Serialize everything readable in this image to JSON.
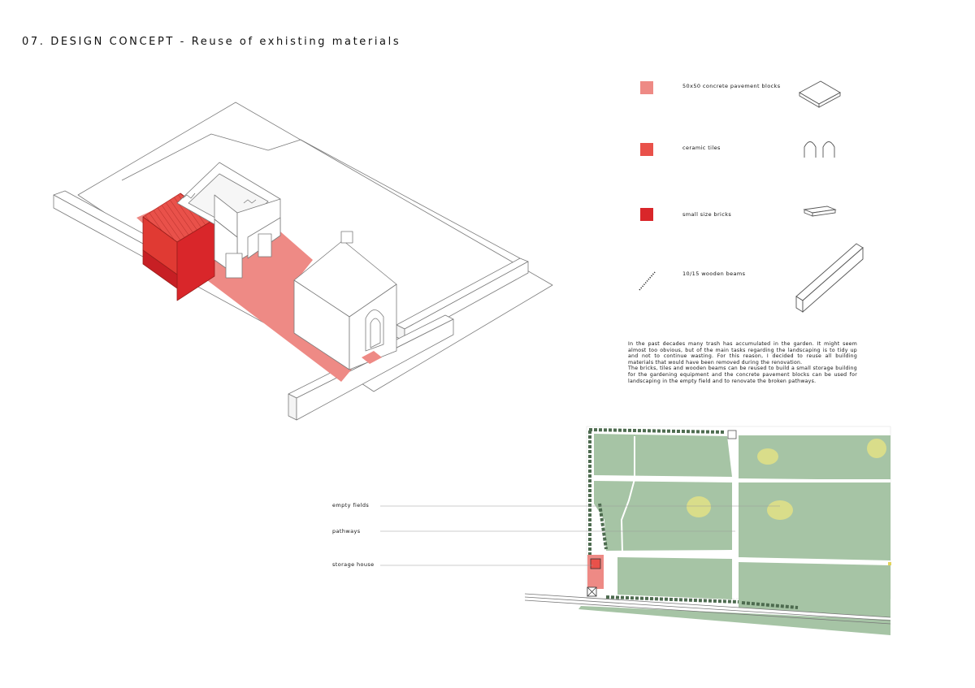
{
  "title": "07. DESIGN CONCEPT - Reuse of exhisting materials",
  "colors": {
    "pavement": "#ee8a85",
    "tiles": "#e9514a",
    "bricks": "#d9262a",
    "field": "#a6c4a5",
    "canopy": "#d9dd8a"
  },
  "legend": [
    {
      "label": "50x50 concrete pavement blocks",
      "color": "#ee8a85",
      "icon": "pavement-block-icon"
    },
    {
      "label": "ceramic tiles",
      "color": "#e9514a",
      "icon": "ceramic-tile-icon"
    },
    {
      "label": "small size bricks",
      "color": "#d9262a",
      "icon": "brick-icon"
    },
    {
      "label": "10/15 wooden beams",
      "color": "#222222",
      "icon": "wooden-beam-icon"
    }
  ],
  "description": [
    "In the past decades many trash has accumulated in the garden. It might seem almost too obvious, but of the main tasks regarding the landscaping is to tidy up and not to continue wasting. For this reason, I decided to reuse all building materials that would have been removed during the renovation.",
    "The bricks, tiles and wooden beams can be reused to build a small storage building for the gardening equipment and the concrete pavement blocks can be used for landscaping in the empty field and to renovate the broken pathways."
  ],
  "plan_labels": {
    "empty_fields": "empty fields",
    "pathways": "pathways",
    "storage_house": "storage house"
  }
}
